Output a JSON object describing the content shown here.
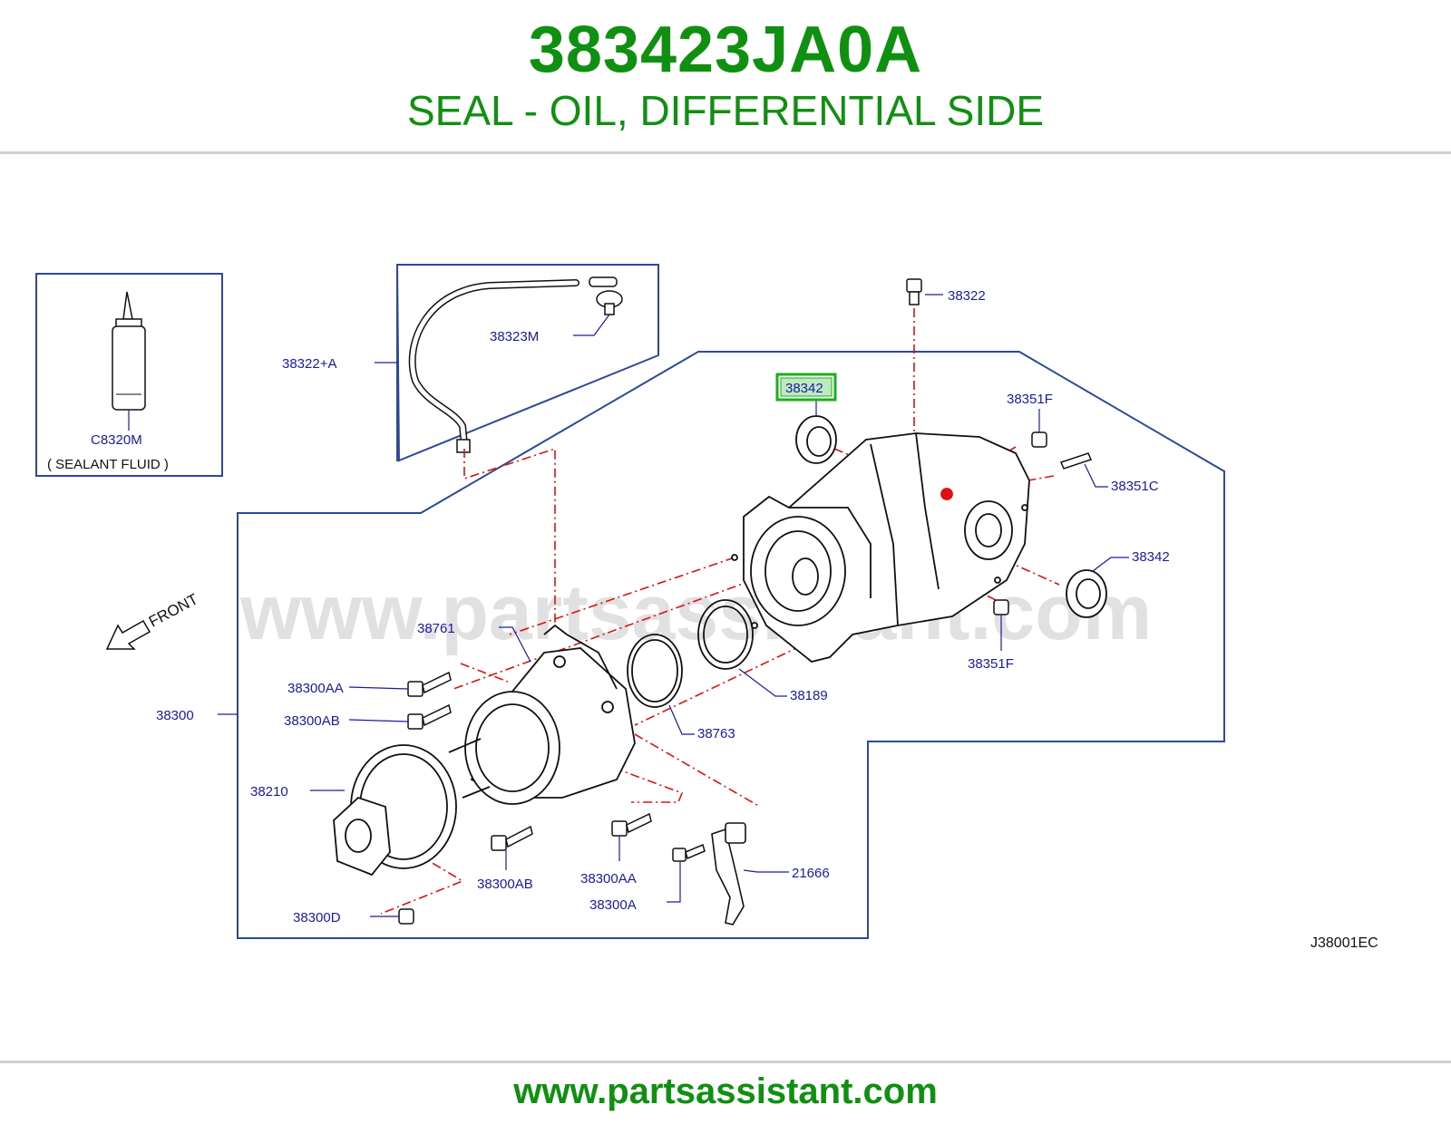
{
  "header": {
    "part_number": "383423JA0A",
    "description": "SEAL - OIL, DIFFERENTIAL SIDE"
  },
  "footer": {
    "url": "www.partsassistant.com"
  },
  "watermark": "www.partsassistant.com",
  "diagram": {
    "reference_code": "J38001EC",
    "front_label": "FRONT",
    "sealant_box": {
      "part": "C8320M",
      "caption": "( SEALANT   FLUID )"
    },
    "highlighted_part": "38342",
    "callouts": {
      "c38322": "38322",
      "c38322a": "38322+A",
      "c38323m": "38323M",
      "c38342_top": "38342",
      "c38351f_top": "38351F",
      "c38351c": "38351C",
      "c38342_right": "38342",
      "c38351f_bottom": "38351F",
      "c38761": "38761",
      "c38300aa_left": "38300AA",
      "c38300ab_left": "38300AB",
      "c38300": "38300",
      "c38210": "38210",
      "c38189": "38189",
      "c38763": "38763",
      "c38300ab_bottom": "38300AB",
      "c38300aa_bottom": "38300AA",
      "c38300a": "38300A",
      "c21666": "21666",
      "c38300d": "38300D"
    }
  },
  "colors": {
    "brand_green": "#109010",
    "label_blue": "#1a1aa8",
    "frame_blue": "#2b4a9a",
    "leader_red": "#e01010",
    "highlight_green": "#18b018"
  }
}
